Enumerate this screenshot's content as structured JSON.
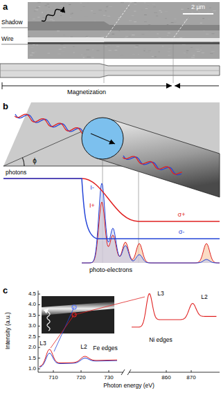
{
  "diagram": {
    "labels": [
      "a",
      "2 µm",
      "Shadow",
      "Wire",
      "Magnetization",
      "b",
      "ϕ",
      "photons",
      "I-",
      "I+",
      "σ+",
      "σ-",
      "photo-electrons",
      "c",
      "Intensity (a.u.)",
      "4.5",
      "4.0",
      "3.5",
      "3.0",
      "2.5",
      "2.0",
      "1.5",
      "1.0",
      "L3",
      "L2",
      "Fe edges",
      "L3",
      "L2",
      "Ni edges",
      "710",
      "720",
      "730",
      "860",
      "870",
      "Photon energy (eV)"
    ]
  }
}
